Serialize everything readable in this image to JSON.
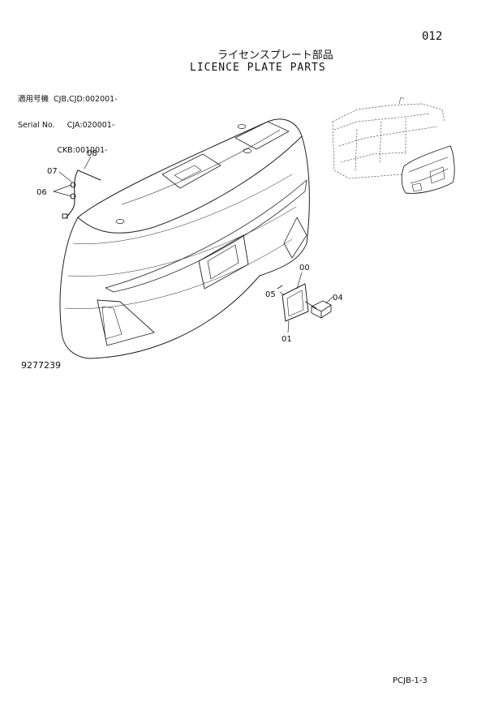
{
  "header": {
    "page_number": "012",
    "title_jp": "ライセンスプレート部品",
    "title_en": "LICENCE PLATE PARTS"
  },
  "serial": {
    "line1": "適用号機  CJB,CJD:002001-",
    "line2": "Serial No.     CJA:020001-",
    "line3": "                CKB:001001-"
  },
  "callouts": {
    "c00": "00",
    "c01": "01",
    "c04": "04",
    "c05": "05",
    "c06": "06",
    "c07": "07",
    "c08": "08"
  },
  "drawing_number": "9277239",
  "page_code": "PCJB-1-3"
}
